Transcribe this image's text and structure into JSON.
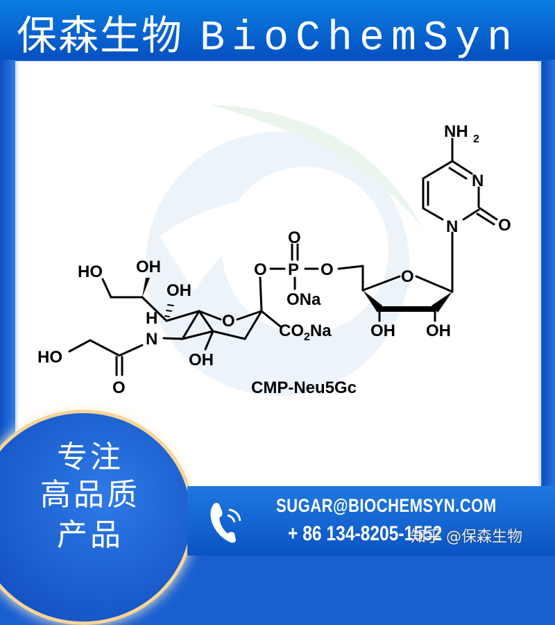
{
  "header": {
    "brand_cn": "保森生物",
    "brand_en": "BioChemSyn"
  },
  "molecule": {
    "name": "CMP-Neu5Gc",
    "labels": {
      "nh2": "NH",
      "nh2_sub": "2",
      "n3": "N",
      "n1": "N",
      "o_carbonyl": "O",
      "o_ring_ribose": "O",
      "o5": "O",
      "p": "P",
      "p_oxo": "O",
      "o_link": "O",
      "ona": "ONa",
      "co2na_pre": "CO",
      "co2na_sub": "2",
      "co2na_post": "Na",
      "oh_3": "OH",
      "oh_2": "OH",
      "ho_9": "HO",
      "oh_8": "OH",
      "oh_7": "OH",
      "h": "H",
      "n": "N",
      "o_ring": "O",
      "oh_4": "OH",
      "ho_gc": "HO",
      "o_amide": "O"
    }
  },
  "slogan": {
    "line1": "专注",
    "line2": "高品质",
    "line3": "产品"
  },
  "contact": {
    "email": "SUGAR@BIOCHEMSYN.COM",
    "phone": "+ 86 134-8205-1552",
    "icon": "phone-icon"
  },
  "watermark": "知乎 @保森生物",
  "colors": {
    "brand_blue": "#0a63d2",
    "gold": "#f6d49a"
  }
}
